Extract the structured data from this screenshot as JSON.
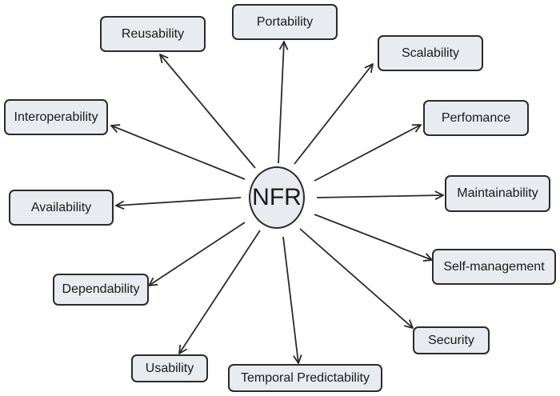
{
  "diagram": {
    "center": {
      "label": "NFR"
    },
    "nodes": [
      {
        "id": "reusability",
        "label": "Reusability"
      },
      {
        "id": "portability",
        "label": "Portability"
      },
      {
        "id": "scalability",
        "label": "Scalability"
      },
      {
        "id": "interoperability",
        "label": "Interoperability"
      },
      {
        "id": "perfomance",
        "label": "Perfomance"
      },
      {
        "id": "availability",
        "label": "Availability"
      },
      {
        "id": "maintainability",
        "label": "Maintainability"
      },
      {
        "id": "self-management",
        "label": "Self-management"
      },
      {
        "id": "dependability",
        "label": "Dependability"
      },
      {
        "id": "security",
        "label": "Security"
      },
      {
        "id": "usability",
        "label": "Usability"
      },
      {
        "id": "temporal-predictability",
        "label": "Temporal Predictability"
      }
    ],
    "edges": [
      {
        "from": "center",
        "to": "reusability"
      },
      {
        "from": "center",
        "to": "portability"
      },
      {
        "from": "center",
        "to": "scalability"
      },
      {
        "from": "center",
        "to": "interoperability"
      },
      {
        "from": "center",
        "to": "perfomance"
      },
      {
        "from": "center",
        "to": "availability"
      },
      {
        "from": "center",
        "to": "maintainability"
      },
      {
        "from": "center",
        "to": "self-management"
      },
      {
        "from": "center",
        "to": "dependability"
      },
      {
        "from": "center",
        "to": "security"
      },
      {
        "from": "center",
        "to": "usability"
      },
      {
        "from": "center",
        "to": "temporal-predictability"
      }
    ],
    "colors": {
      "box_fill": "#e8ebef",
      "stroke": "#2b2b2b"
    }
  }
}
